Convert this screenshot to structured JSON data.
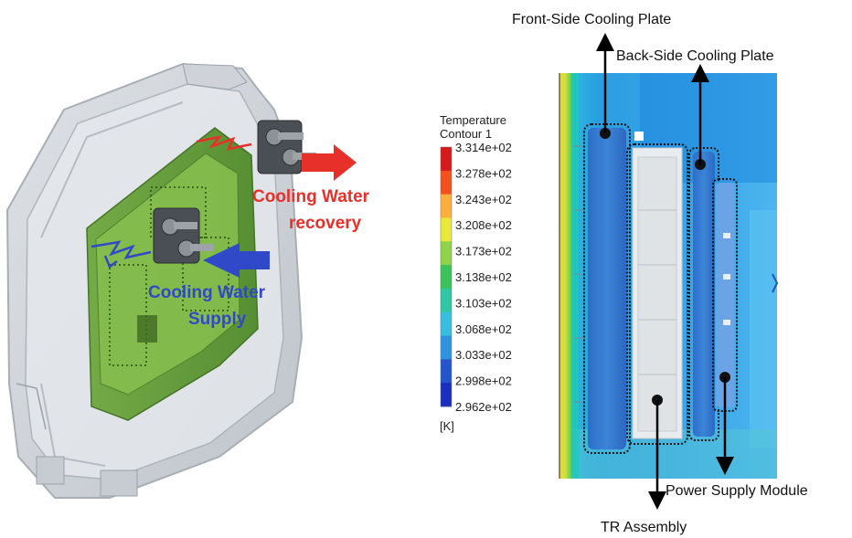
{
  "left_panel": {
    "recovery_label_line1": "Cooling Water",
    "recovery_label_line2": "recovery",
    "supply_label_line1": "Cooling Water",
    "supply_label_line2": "Supply"
  },
  "legend": {
    "title_line1": "Temperature",
    "title_line2": "Contour 1",
    "unit": "[K]",
    "ticks": [
      "3.314e+02",
      "3.278e+02",
      "3.243e+02",
      "3.208e+02",
      "3.173e+02",
      "3.138e+02",
      "3.103e+02",
      "3.068e+02",
      "3.033e+02",
      "2.998e+02",
      "2.962e+02"
    ],
    "colors": [
      "#d7191c",
      "#f5501e",
      "#fdae3b",
      "#e8e93a",
      "#8fd34a",
      "#3cc45a",
      "#2fc7a4",
      "#36bfe0",
      "#2f93dd",
      "#2455cc",
      "#1a2fbf"
    ]
  },
  "callouts": {
    "front_plate": "Front-Side Cooling Plate",
    "back_plate": "Back-Side Cooling Plate",
    "power_module": "Power Supply Module",
    "tr_assembly": "TR Assembly"
  }
}
